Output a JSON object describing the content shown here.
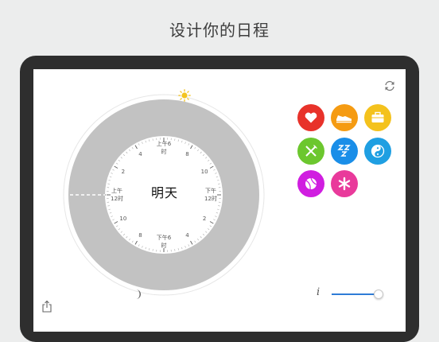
{
  "caption": "设计你的日程",
  "clock": {
    "label": "明天",
    "hours": [
      {
        "text": "上午6时",
        "angle": 0
      },
      {
        "text": "4",
        "angle": 330
      },
      {
        "text": "2",
        "angle": 300
      },
      {
        "text": "上午12时",
        "angle": 270
      },
      {
        "text": "10",
        "angle": 240
      },
      {
        "text": "8",
        "angle": 210
      },
      {
        "text": "下午6时",
        "angle": 180
      },
      {
        "text": "4",
        "angle": 150
      },
      {
        "text": "2",
        "angle": 120
      },
      {
        "text": "下午12时",
        "angle": 90
      },
      {
        "text": "10",
        "angle": 60
      },
      {
        "text": "8",
        "angle": 30
      }
    ]
  },
  "icons": {
    "sun": "sun-icon",
    "moon": "moon-icon",
    "refresh": "refresh-icon",
    "share": "share-icon",
    "info": "i"
  },
  "categories": [
    {
      "name": "heart-icon",
      "color": "#e8322a"
    },
    {
      "name": "shoe-icon",
      "color": "#f59b12"
    },
    {
      "name": "briefcase-icon",
      "color": "#f4c21d"
    },
    {
      "name": "fork-knife-icon",
      "color": "#6cc72e"
    },
    {
      "name": "sleep-icon",
      "color": "#1a8ee8"
    },
    {
      "name": "yin-yang-icon",
      "color": "#1f9fe2"
    },
    {
      "name": "ball-icon",
      "color": "#d01ee0"
    },
    {
      "name": "asterisk-icon",
      "color": "#e93a9b"
    }
  ],
  "slider": {
    "value": 0.95
  }
}
